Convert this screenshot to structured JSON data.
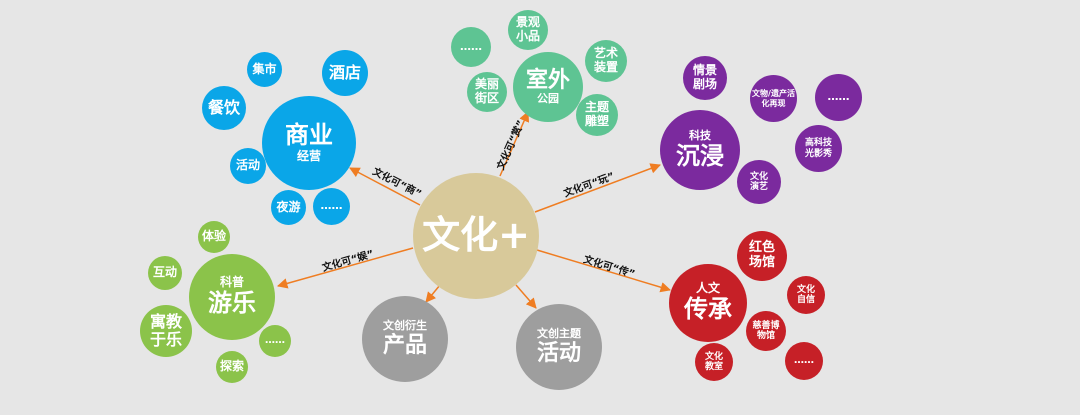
{
  "center": {
    "label": "文化+",
    "color": "#d8c99a"
  },
  "colors": {
    "blue": "#0aa6e8",
    "teal": "#5ec493",
    "purple": "#7b2a9e",
    "green": "#8bc34a",
    "red": "#c62027",
    "gray": "#9e9e9e",
    "arrow": "#ef7d22"
  },
  "hubs": {
    "business": {
      "sub": "商业",
      "title": "经营"
    },
    "outdoor": {
      "title": "室外",
      "sub": "公园"
    },
    "immersive": {
      "sub": "科技",
      "title": "沉浸"
    },
    "heritage": {
      "sub": "人文",
      "title": "传承"
    },
    "leisure": {
      "sub": "科普",
      "title": "游乐"
    },
    "products": {
      "sub": "文创衍生",
      "title": "产品"
    },
    "activities": {
      "sub": "文创主题",
      "title": "活动"
    }
  },
  "edge_labels": {
    "business": "文化可“商”",
    "outdoor": "文化可“赏”",
    "immersive": "文化可“玩”",
    "heritage": "文化可“传”",
    "leisure": "文化可“娱”"
  },
  "satellites": {
    "business": [
      "集市",
      "酒店",
      "餐饮",
      "活动",
      "夜游",
      "……"
    ],
    "outdoor": [
      "……",
      "景观小品",
      "艺术装置",
      "美丽街区",
      "主题雕塑"
    ],
    "immersive": [
      "情景剧场",
      "文物/遗产活化再现",
      "……",
      "高科技光影秀",
      "文化演艺"
    ],
    "leisure": [
      "体验",
      "互动",
      "寓教于乐",
      "……",
      "探索"
    ],
    "heritage": [
      "红色场馆",
      "文化自信",
      "慈善博物馆",
      "文化教室",
      "……"
    ]
  }
}
